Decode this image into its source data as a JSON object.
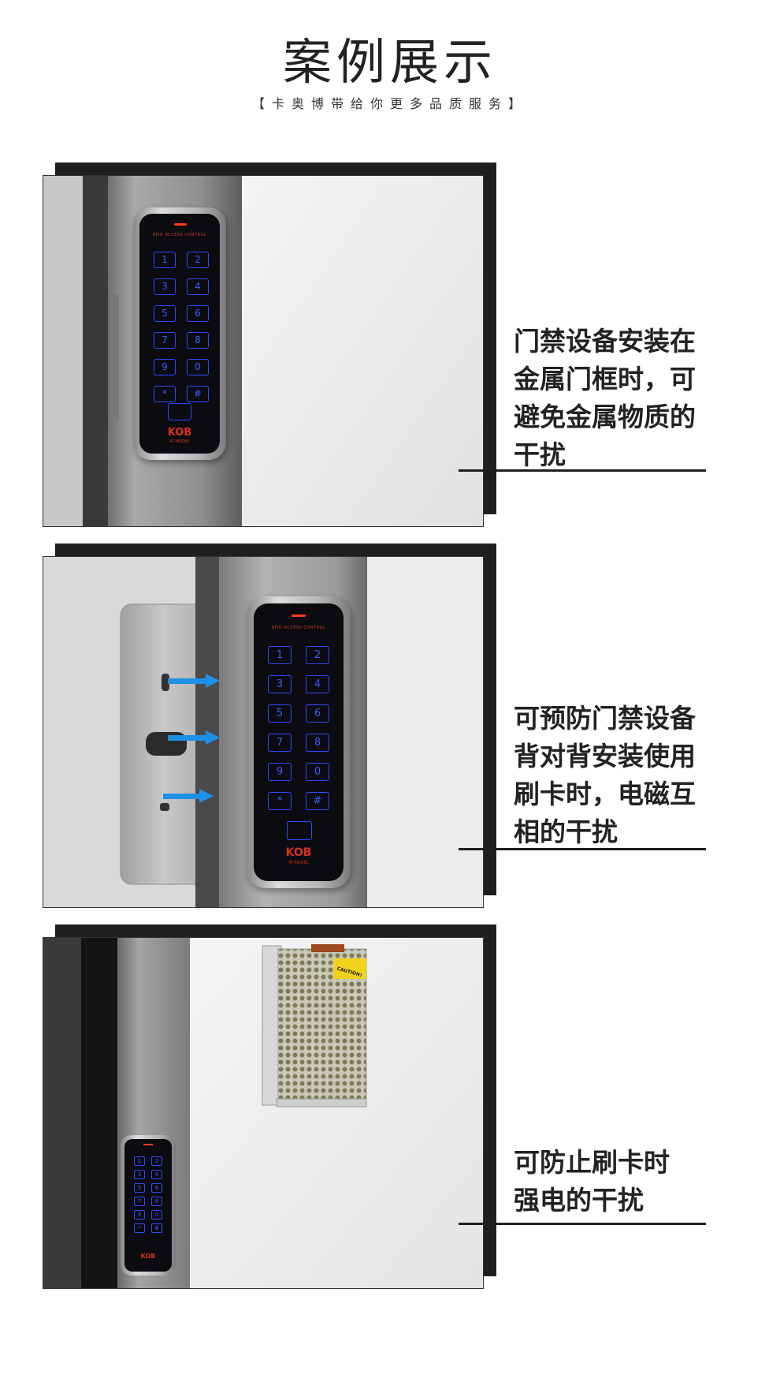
{
  "header": {
    "title": "案例展示",
    "subtitle": "【卡奥博带给你更多品质服务】"
  },
  "keypad": {
    "header_text": "RFID ACCESS CONTROL",
    "brand": "KOB",
    "model": "KT-MODEL",
    "keys": [
      "1",
      "2",
      "3",
      "4",
      "5",
      "6",
      "7",
      "8",
      "9",
      "0",
      "*",
      "#"
    ]
  },
  "power_supply": {
    "label": "CAUTION!"
  },
  "cases": [
    {
      "lines": [
        "门禁设备安装在",
        "金属门框时，可",
        "避免金属物质的",
        "干扰"
      ]
    },
    {
      "lines": [
        "可预防门禁设备",
        "背对背安装使用",
        "刷卡时，电磁互",
        "相的干扰"
      ]
    },
    {
      "lines": [
        "可防止刷卡时",
        "强电的干扰"
      ]
    }
  ],
  "colors": {
    "frame": "#1f1f1f",
    "steel": "#9a9a9a",
    "keypad_body": "#0b0b10",
    "key_blue": "#2f4cff",
    "arrow_blue": "#1e90e6",
    "led_red": "#ff3a1a"
  }
}
